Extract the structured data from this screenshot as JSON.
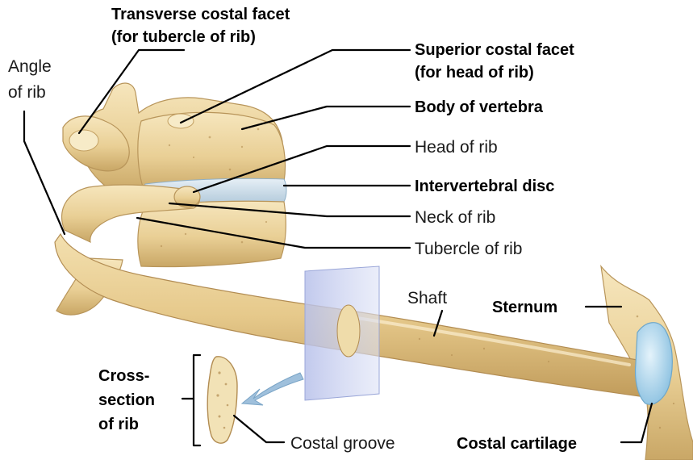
{
  "labels": {
    "transverse_costal_facet_l1": "Transverse costal facet",
    "transverse_costal_facet_l2": "(for tubercle of rib)",
    "angle_of_rib_l1": "Angle",
    "angle_of_rib_l2": "of rib",
    "superior_costal_facet_l1": "Superior costal facet",
    "superior_costal_facet_l2": "(for head of rib)",
    "body_of_vertebra": "Body of vertebra",
    "head_of_rib": "Head of rib",
    "intervertebral_disc": "Intervertebral disc",
    "neck_of_rib": "Neck of rib",
    "tubercle_of_rib": "Tubercle of rib",
    "shaft": "Shaft",
    "sternum": "Sternum",
    "cross_section_l1": "Cross-",
    "cross_section_l2": "section",
    "cross_section_l3": "of rib",
    "costal_groove": "Costal groove",
    "costal_cartilage": "Costal cartilage"
  },
  "colors": {
    "bone": "#e9cf95",
    "bone_shadow": "#c9a766",
    "bone_light": "#f6e6bd",
    "disc": "#c9dbe8",
    "cartilage": "#a9d3ea",
    "plane": "#c7cfee",
    "arrow": "#9fc0dc",
    "leader": "#000000"
  }
}
